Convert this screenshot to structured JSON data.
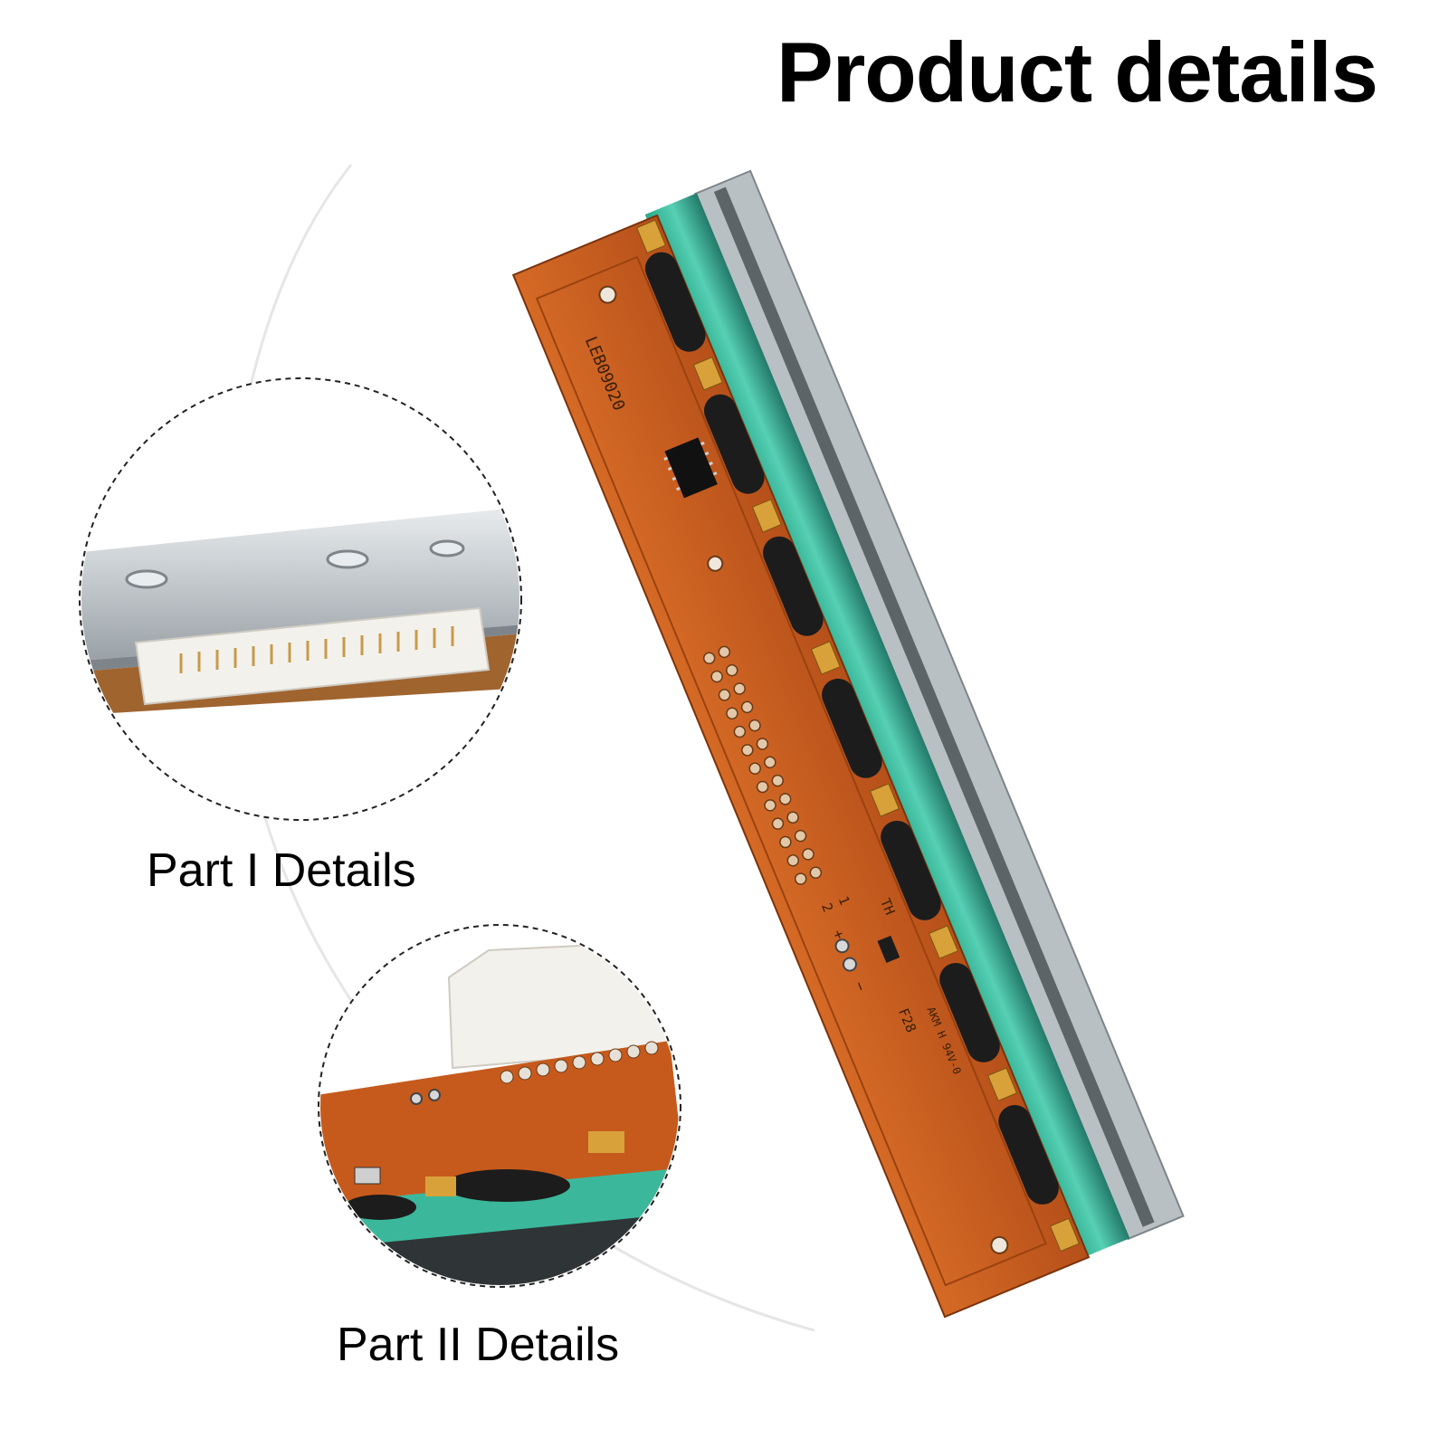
{
  "page": {
    "title": "Product details",
    "caption_part1": "Part I Details",
    "caption_part2": "Part II Details"
  },
  "product": {
    "board_code": "LEB09020",
    "pin_label_1": "1",
    "pin_label_2": "2",
    "plus_label": "+",
    "minus_label": "−",
    "th_label": "TH",
    "fuse_label": "F28",
    "marking": "AKM H 94V-0"
  },
  "colors": {
    "pcb": "#c65a1c",
    "pcb_dark": "#8e3c10",
    "cable_green": "#3bb89c",
    "metal": "#c8cfd4",
    "connector": "#f3f1ec",
    "gold": "#d9a13a"
  },
  "icons": {
    "detail_1": "connector-closeup-icon",
    "detail_2": "pcb-closeup-icon"
  }
}
